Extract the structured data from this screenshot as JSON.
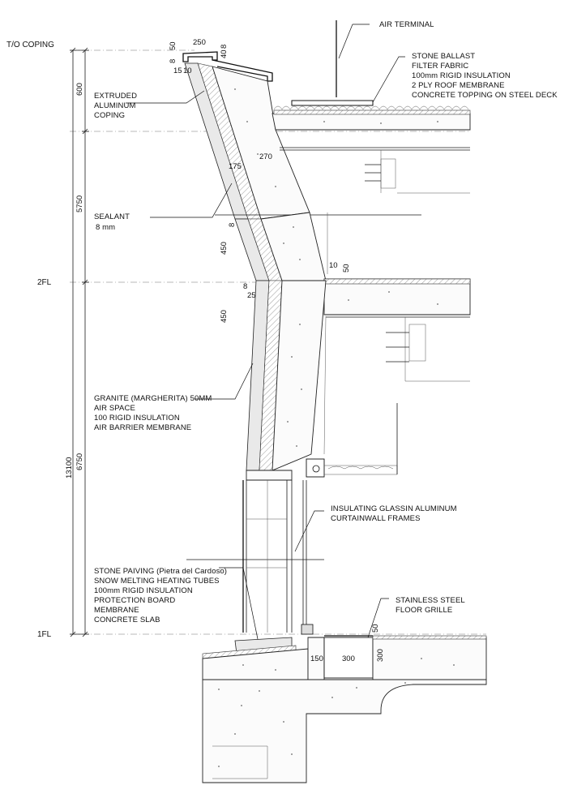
{
  "levels": {
    "top_coping": "T/O COPING",
    "second_floor": "2FL",
    "first_floor": "1FL"
  },
  "overall_dimensions": {
    "d600": "600",
    "d5750": "5750",
    "d6750": "6750",
    "d13100": "13100"
  },
  "detail_dimensions": {
    "d50_top": "50",
    "d250": "250",
    "d40": "40",
    "d8_top": "8",
    "d8_a": "8",
    "d15": "15",
    "d10_a": "10",
    "d270": "270",
    "d175": "175",
    "d8_sealant": "8",
    "d450_upper": "450",
    "d8_mid": "8",
    "d25": "25",
    "d10_floor": "10",
    "d50_floor": "50",
    "d450_lower": "450",
    "d150": "150",
    "d300_grille": "300",
    "d50_grille": "50",
    "d300_vert": "300"
  },
  "labels": {
    "air_terminal": "AIR TERMINAL",
    "roof_build_up": [
      "STONE BALLAST",
      "FILTER FABRIC",
      "100mm RIGID INSULATION",
      "2 PLY ROOF MEMBRANE",
      "CONCRETE TOPPING ON STEEL DECK"
    ],
    "coping": [
      "EXTRUDED",
      "ALUMINUM",
      "COPING"
    ],
    "sealant": [
      "SEALANT",
      "8 mm"
    ],
    "wall_build_up": [
      "GRANITE (MARGHERITA) 50MM",
      "AIR SPACE",
      "100 RIGID INSULATION",
      "AIR BARRIER MEMBRANE"
    ],
    "curtainwall": [
      "INSULATING GLASSIN ALUMINUM",
      "CURTAINWALL FRAMES"
    ],
    "paving_build_up": [
      "STONE PAIVING (Pietra del Cardoso)",
      "SNOW MELTING HEATING TUBES",
      "100mm  RIGID INSULATION",
      "PROTECTION BOARD",
      "MEMBRANE",
      "CONCRETE SLAB"
    ],
    "floor_grille": [
      "STAINLESS STEEL",
      "FLOOR GRILLE"
    ]
  }
}
